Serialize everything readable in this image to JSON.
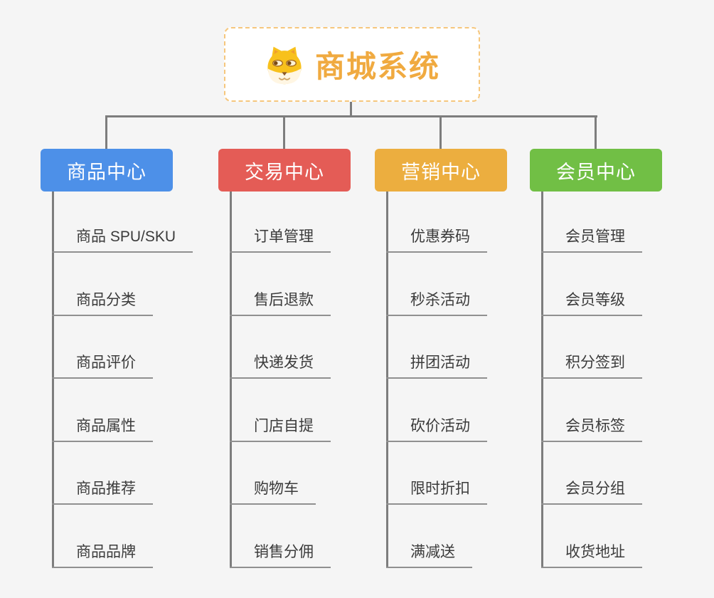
{
  "background_color": "#f5f5f5",
  "connector_color": "#7d7d7d",
  "root": {
    "title": "商城系统",
    "icon": "dog-face-icon",
    "title_color": "#f0aa40",
    "border_color": "#f6c77d"
  },
  "branches": [
    {
      "label": "商品中心",
      "color": "#4d90e8",
      "items": [
        "商品 SPU/SKU",
        "商品分类",
        "商品评价",
        "商品属性",
        "商品推荐",
        "商品品牌"
      ]
    },
    {
      "label": "交易中心",
      "color": "#e45c56",
      "items": [
        "订单管理",
        "售后退款",
        "快递发货",
        "门店自提",
        "购物车",
        "销售分佣"
      ]
    },
    {
      "label": "营销中心",
      "color": "#ecae3f",
      "items": [
        "优惠券码",
        "秒杀活动",
        "拼团活动",
        "砍价活动",
        "限时折扣",
        "满减送"
      ]
    },
    {
      "label": "会员中心",
      "color": "#71bf45",
      "items": [
        "会员管理",
        "会员等级",
        "积分签到",
        "会员标签",
        "会员分组",
        "收货地址"
      ]
    }
  ]
}
